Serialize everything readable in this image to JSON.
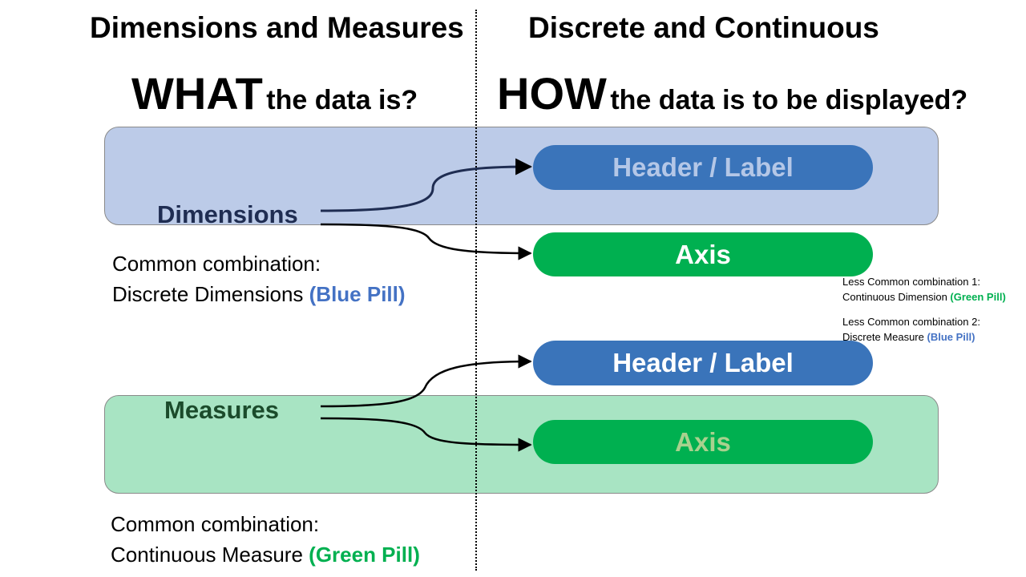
{
  "headings": {
    "left": "Dimensions and Measures",
    "right": "Discrete and Continuous"
  },
  "questions": {
    "left_big": "WHAT",
    "left_small": "the data is?",
    "right_big": "HOW",
    "right_small": "the data is to be displayed?"
  },
  "dimensions": {
    "label": "Dimensions",
    "pill_header": "Header / Label",
    "pill_axis": "Axis",
    "common_line1": "Common combination:",
    "common_prefix": "Discrete Dimensions",
    "common_pill": "(Blue Pill)"
  },
  "measures": {
    "label": "Measures",
    "pill_header": "Header / Label",
    "pill_axis": "Axis",
    "common_line1": "Common combination:",
    "common_prefix": "Continuous Measure",
    "common_pill": "(Green Pill)"
  },
  "less_common": {
    "c1_line1": "Less Common combination 1:",
    "c1_prefix": "Continuous Dimension",
    "c1_pill": "(Green Pill)",
    "c2_line1": "Less Common combination 2:",
    "c2_prefix": "Discrete Measure",
    "c2_pill": "(Blue Pill)"
  },
  "colors": {
    "blue_pill": "#3a74ba",
    "green_pill": "#00b050",
    "dimension_band": "#bccbe8",
    "measure_band": "#a8e4c3",
    "dim_header_text": "#b4c7e7",
    "dim_axis_text": "#ffffff",
    "mea_header_text": "#ffffff",
    "mea_axis_text": "#a9d18e"
  }
}
